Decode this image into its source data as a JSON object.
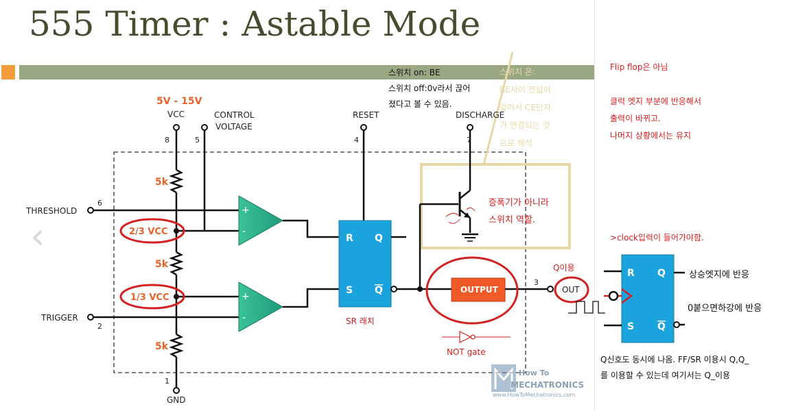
{
  "slide": {
    "title": "555 Timer : Astable Mode",
    "prev_arrow": "‹"
  },
  "schematic": {
    "supply_range": "5V - 15V",
    "pin_labels": {
      "vcc": "VCC",
      "control_voltage_1": "CONTROL",
      "control_voltage_2": "VOLTAGE",
      "reset": "RESET",
      "discharge": "DISCHARGE",
      "threshold": "THRESHOLD",
      "trigger": "TRIGGER",
      "gnd": "GND",
      "out": "OUT"
    },
    "pin_numbers": {
      "vcc": "8",
      "control": "5",
      "reset": "4",
      "discharge": "7",
      "threshold": "6",
      "trigger": "2",
      "gnd": "1",
      "out": "3"
    },
    "resistors": [
      "5k",
      "5k",
      "5k"
    ],
    "comparator_signs": {
      "plus": "+",
      "minus": "-"
    },
    "latch": {
      "r": "R",
      "s": "S",
      "q": "Q",
      "qbar": "Q"
    },
    "output_block": "OUTPUT",
    "ref_levels": [
      "2/3 VCC",
      "1/3 VCC"
    ],
    "watermark_1": "How To",
    "watermark_2": "MECHATRONICS",
    "watermark_3": "www.HowToMechatronics.com"
  },
  "annotations": {
    "switch_note": [
      "스위치 on: BE",
      "스위치 off:0v라서 끊어",
      "졌다고 볼 수 있음."
    ],
    "switch_on_note": [
      "스위치 온:",
      "BE사이 전압이",
      "걸려서 CE단자",
      "가 연결되는 것",
      "으로 해석"
    ],
    "transistor_note": [
      "증폭기가 아니라",
      "스위치 역할."
    ],
    "sr_latch": "SR 래치",
    "not_gate": "NOT gate",
    "q_use": "Q이용",
    "flipflop_note": [
      "Flip flop은 아님",
      "",
      "클럭 엣지 부분에 반응해서",
      "출력이 바뀌고.",
      "나머지 상황에서는 유지"
    ],
    "clock_note": ">clock입력이 들어가야함.",
    "rising_edge": "상승엣지에 반응",
    "falling_edge": "0붙으면하강에 반응",
    "q_signal_note": [
      "Q신호도 동시에 나옴. FF/SR 이용시 Q,Q_",
      "를 이용할 수 있는데 여기서는 Q_이용"
    ]
  },
  "flipflop": {
    "r": "R",
    "s": "S",
    "q": "Q",
    "qbar": "Q"
  },
  "colors": {
    "header_bar": "#9aa783",
    "accent": "#f39c3a",
    "comparator": "#2aa88a",
    "latch": "#1aa3dc",
    "output_block": "#f05a28",
    "annotation_red": "#d42020",
    "annotation_tan": "#e8d8a8",
    "label_orange": "#e8622a"
  }
}
